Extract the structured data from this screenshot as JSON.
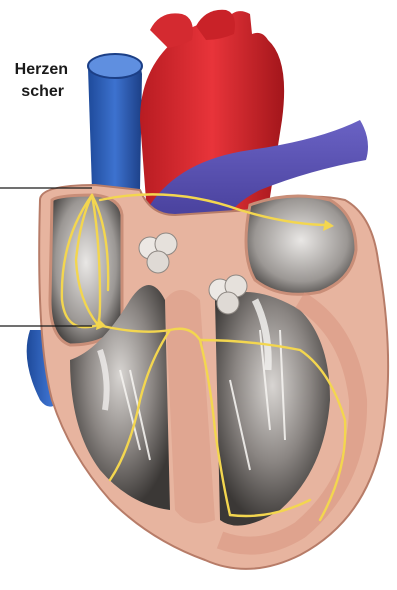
{
  "caption": {
    "line1": "Herzen",
    "line2": "scher"
  },
  "illustration": {
    "subject": "heart-cross-section",
    "colors": {
      "aorta": "#d9262c",
      "vena_cava": "#2f5fb8",
      "pulmonary": "#5a4fb0",
      "myocardium": "#e8b7a3",
      "conduction": "#f2d85a",
      "valves": "#d9d4cf",
      "cavity": "#6e6a66"
    }
  }
}
